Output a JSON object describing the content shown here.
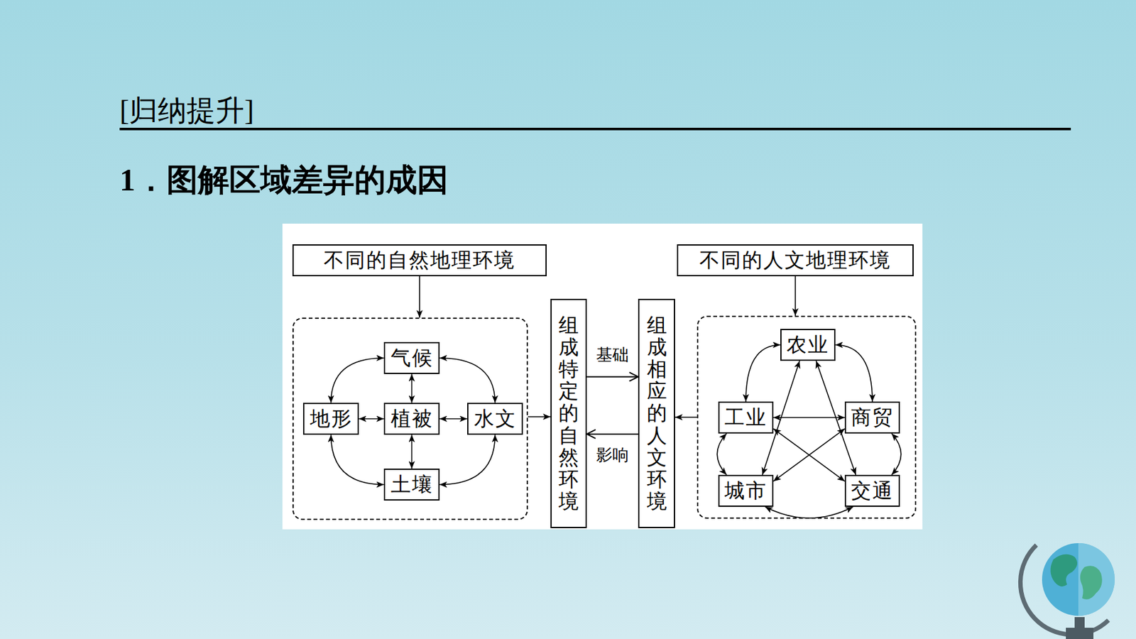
{
  "diagram": {
    "title": "1．图解区域差异的成因",
    "nodes": [
      {
        "text": [
          "不同的自然地理环境"
        ]
      },
      {
        "text": []
      },
      {
        "text": [
          "气候"
        ],
        "in": 1
      },
      {
        "text": [
          "地形"
        ],
        "in": 1
      },
      {
        "text": [
          "植被"
        ],
        "in": 1
      },
      {
        "text": [
          "水文"
        ],
        "in": 1
      },
      {
        "text": [
          "土壤"
        ],
        "in": 1
      },
      {
        "text": [
          "组成特定的自然环境"
        ]
      },
      {
        "text": [
          "组成相应的人文环境"
        ]
      },
      {
        "text": [
          "不同的人文地理环境"
        ]
      },
      {
        "text": []
      },
      {
        "text": [
          "农业"
        ],
        "in": 10
      },
      {
        "text": [
          "工业"
        ],
        "in": 10
      },
      {
        "text": [
          "商贸"
        ],
        "in": 10
      },
      {
        "text": [
          "城市"
        ],
        "in": 10
      },
      {
        "text": [
          "交通"
        ],
        "in": 10
      }
    ],
    "edges": [
      {
        "from": 0,
        "to": 1,
        "arrow": "to"
      },
      {
        "from": 2,
        "to": 3,
        "arrow": "both"
      },
      {
        "from": 2,
        "to": 5,
        "arrow": "both"
      },
      {
        "from": 2,
        "to": 4,
        "arrow": "both"
      },
      {
        "from": 3,
        "to": 4,
        "arrow": "both"
      },
      {
        "from": 4,
        "to": 5,
        "arrow": "both"
      },
      {
        "from": 4,
        "to": 6,
        "arrow": "both"
      },
      {
        "from": 3,
        "to": 6,
        "arrow": "both"
      },
      {
        "from": 5,
        "to": 6,
        "arrow": "both"
      },
      {
        "from": 1,
        "to": 7,
        "arrow": "to"
      },
      {
        "from": 7,
        "to": 8,
        "label": "基础",
        "arrow": "to"
      },
      {
        "from": 8,
        "to": 7,
        "label": "影响",
        "arrow": "to"
      },
      {
        "from": 9,
        "to": 10,
        "arrow": "to"
      },
      {
        "from": 10,
        "to": 8,
        "arrow": "to"
      },
      {
        "from": 11,
        "to": 12,
        "arrow": "both"
      },
      {
        "from": 11,
        "to": 13,
        "arrow": "both"
      },
      {
        "from": 12,
        "to": 14,
        "arrow": "both"
      },
      {
        "from": 13,
        "to": 15,
        "arrow": "both"
      },
      {
        "from": 14,
        "to": 15,
        "arrow": "both"
      },
      {
        "from": 12,
        "to": 13,
        "arrow": "both"
      },
      {
        "from": 11,
        "to": 14,
        "arrow": "both"
      },
      {
        "from": 11,
        "to": 15,
        "arrow": "both"
      },
      {
        "from": 12,
        "to": 15,
        "arrow": "both"
      },
      {
        "from": 14,
        "to": 13,
        "arrow": "both"
      }
    ],
    "labels": [
      "[归纳提升]"
    ]
  }
}
